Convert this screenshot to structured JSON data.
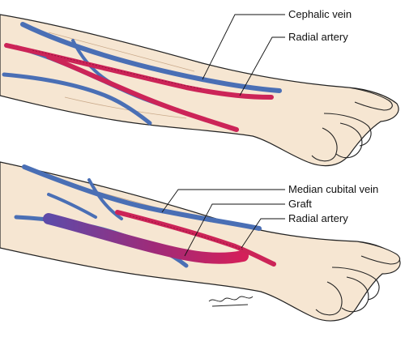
{
  "labels": {
    "top": {
      "cephalic_vein": "Cephalic vein",
      "radial_artery": "Radial artery"
    },
    "bottom": {
      "median_cubital_vein": "Median cubital vein",
      "graft": "Graft",
      "radial_artery": "Radial artery"
    }
  },
  "colors": {
    "vein": "#4a6fb5",
    "artery": "#cc2458",
    "skin": "#f6e6d2",
    "outline": "#222222"
  }
}
